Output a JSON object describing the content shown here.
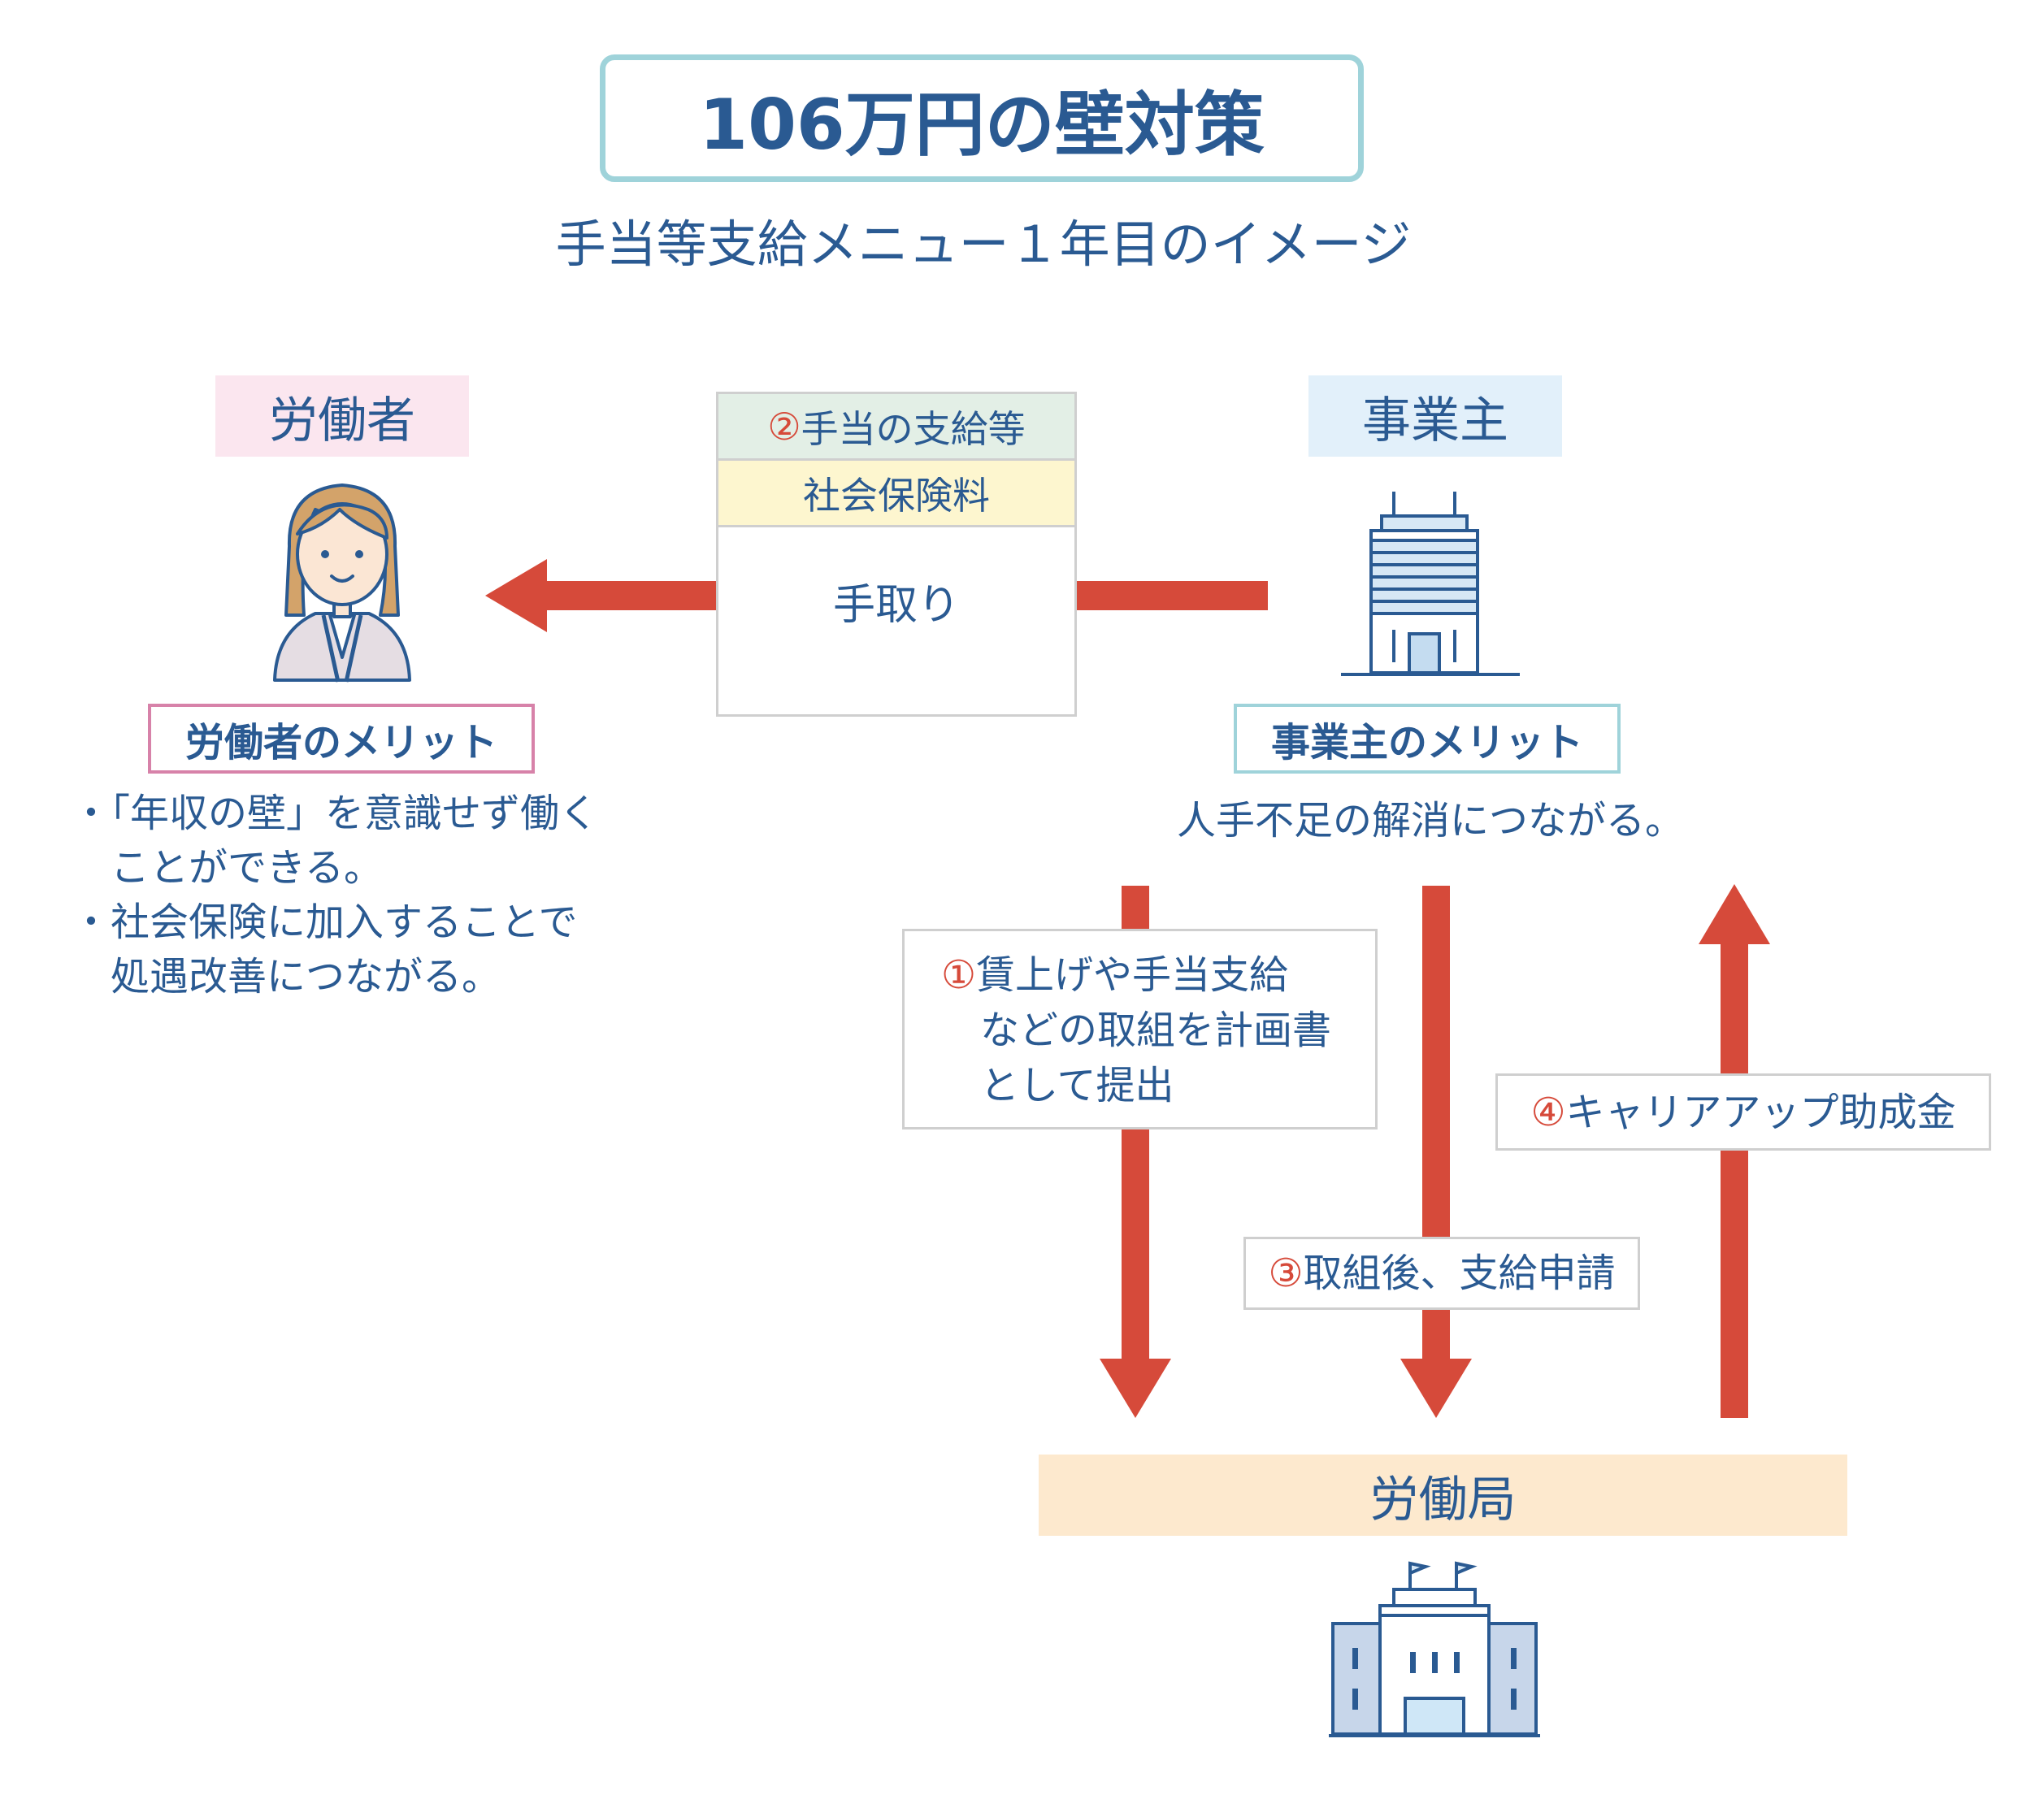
{
  "title": "106万円の壁対策",
  "subtitle": "手当等支給メニュー１年目のイメージ",
  "worker": {
    "label": "労働者",
    "merit_title": "労働者のメリット",
    "merits": [
      "・「年収の壁」を意識せず働く",
      "　ことができる。",
      "・社会保険に加入することで",
      "　処遇改善につながる。"
    ]
  },
  "employer": {
    "label": "事業主",
    "merit_title": "事業主のメリット",
    "merit_text": "人手不足の解消につながる。"
  },
  "payment": {
    "allowance_num": "②",
    "allowance": "手当の支給等",
    "insurance": "社会保険料",
    "take_home": "手取り"
  },
  "steps": {
    "step1_num": "①",
    "step1_lines": [
      "賃上げや手当支給",
      "などの取組を計画書",
      "として提出"
    ],
    "step3_num": "③",
    "step3": "取組後、支給申請",
    "step4_num": "④",
    "step4": "キャリアアップ助成金"
  },
  "labor_bureau": {
    "label": "労働局"
  },
  "icons": {
    "worker": "woman-office-worker-icon",
    "employer": "office-building-icon",
    "labor_bureau": "government-building-icon"
  },
  "colors": {
    "text": "#2a5a92",
    "arrow": "#d64a3a",
    "title_border": "#9fd3da",
    "worker_label_bg": "#fbe6ef",
    "employer_label_bg": "#e2f0fa",
    "bureau_label_bg": "#fde9ce"
  }
}
